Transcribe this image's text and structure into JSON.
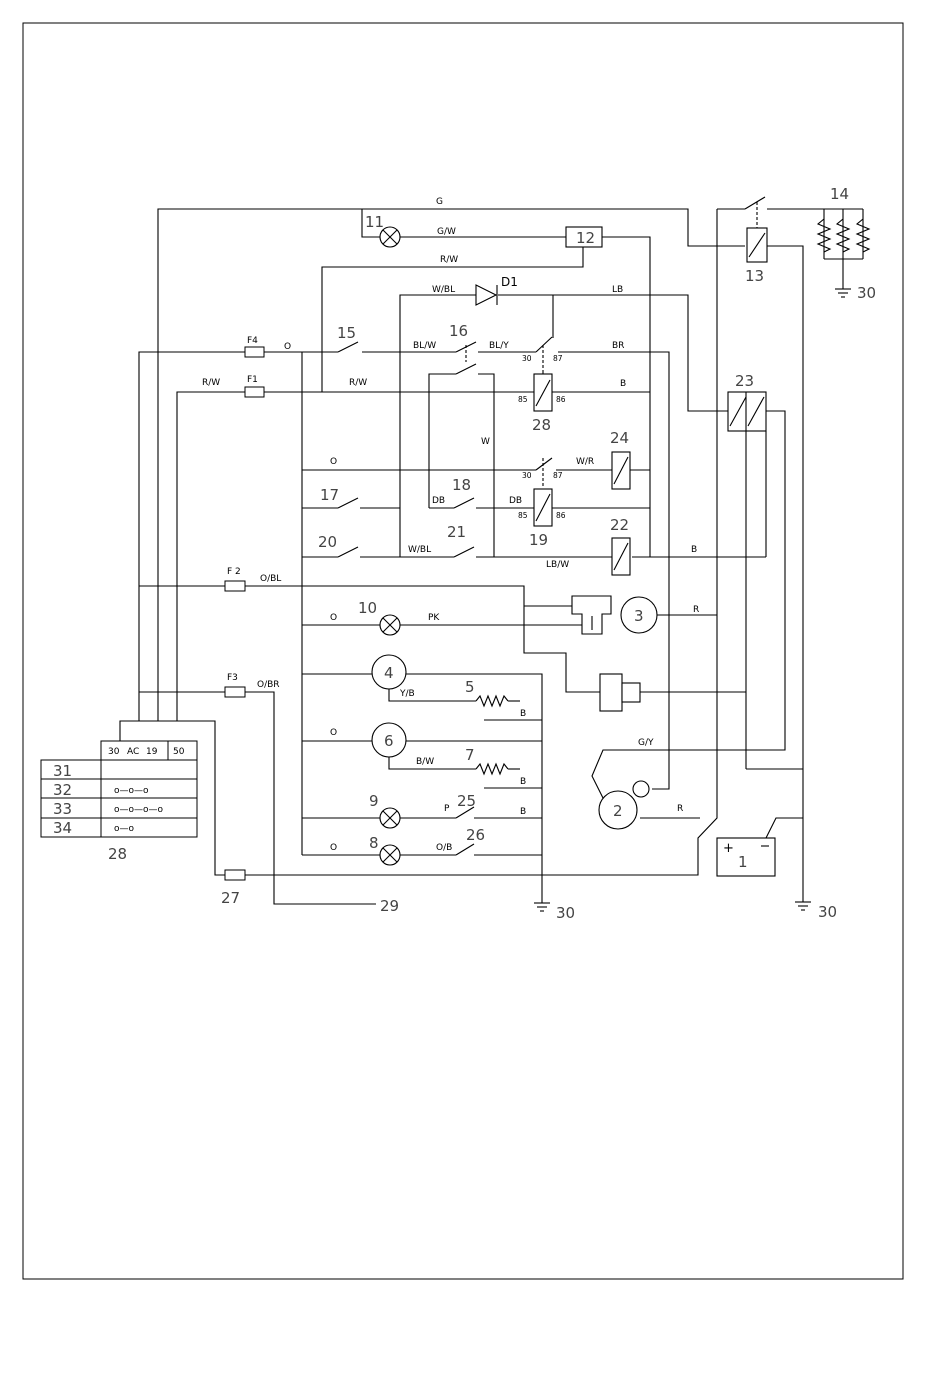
{
  "wire_colours": {
    "g": "G",
    "gw": "G/W",
    "rw": "R/W",
    "wbl": "W/BL",
    "lb": "LB",
    "o": "O",
    "blw": "BL/W",
    "bly": "BL/Y",
    "br": "BR",
    "rw2": "R/W",
    "b": "B",
    "w": "W",
    "wr": "W/R",
    "db": "DB",
    "lbw": "LB/W",
    "obl": "O/BL",
    "r": "R",
    "pk": "PK",
    "obr": "O/BR",
    "yb": "Y/B",
    "bw": "B/W",
    "gy": "G/Y",
    "p": "P",
    "ob": "O/B"
  },
  "fuses": {
    "f4": "F4",
    "f1": "F1",
    "f2": "F 2",
    "f3": "F3"
  },
  "relay_pins": {
    "p30": "30",
    "p87": "87",
    "p85": "85",
    "p86": "86"
  },
  "diode": "D1",
  "components": {
    "n1": "1",
    "n2": "2",
    "n3": "3",
    "n4": "4",
    "n5": "5",
    "n6": "6",
    "n7": "7",
    "n8": "8",
    "n9": "9",
    "n10": "10",
    "n11": "11",
    "n12": "12",
    "n13": "13",
    "n14": "14",
    "n15": "15",
    "n16": "16",
    "n17": "17",
    "n18": "18",
    "n19": "19",
    "n20": "20",
    "n21": "21",
    "n22": "22",
    "n23": "23",
    "n24": "24",
    "n25": "25",
    "n26": "26",
    "n27": "27",
    "n28a": "28",
    "n28b": "28",
    "n29": "29"
  },
  "grounds": {
    "g1": "30",
    "g2": "30",
    "g3": "30"
  },
  "switch_table": {
    "header": [
      "30",
      "AC",
      "19",
      "50"
    ],
    "rows": [
      {
        "position": "31",
        "contacts": ""
      },
      {
        "position": "32",
        "contacts": "o—o—o"
      },
      {
        "position": "33",
        "contacts": "o—o—o—o"
      },
      {
        "position": "34",
        "contacts": "o—o"
      }
    ]
  }
}
